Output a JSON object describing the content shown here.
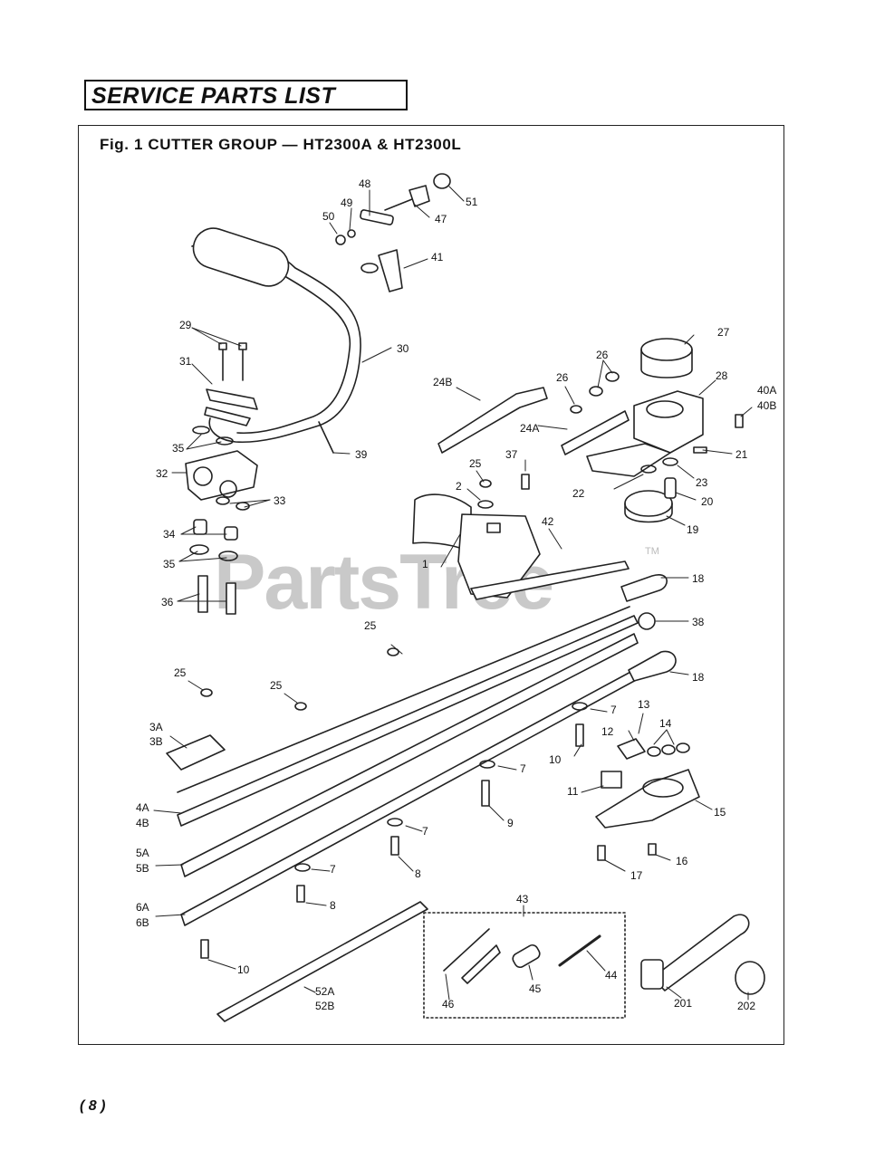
{
  "header": {
    "title": "SERVICE PARTS LIST"
  },
  "figure": {
    "caption": "Fig. 1  CUTTER GROUP — HT2300A & HT2300L"
  },
  "watermark": {
    "text": "PartsTree",
    "tm": "TM"
  },
  "callouts": {
    "p1": "1",
    "p2": "2",
    "p3A": "3A",
    "p3B": "3B",
    "p4A": "4A",
    "p4B": "4B",
    "p5A": "5A",
    "p5B": "5B",
    "p6A": "6A",
    "p6B": "6B",
    "p7a": "7",
    "p7b": "7",
    "p7c": "7",
    "p7d": "7",
    "p8a": "8",
    "p8b": "8",
    "p9": "9",
    "p10a": "10",
    "p10b": "10",
    "p11": "11",
    "p12": "12",
    "p13": "13",
    "p14": "14",
    "p15": "15",
    "p16": "16",
    "p17": "17",
    "p18a": "18",
    "p18b": "18",
    "p19": "19",
    "p20": "20",
    "p21": "21",
    "p22": "22",
    "p23": "23",
    "p24A": "24A",
    "p24B": "24B",
    "p25a": "25",
    "p25b": "25",
    "p25c": "25",
    "p25d": "25",
    "p26a": "26",
    "p26b": "26",
    "p27": "27",
    "p28": "28",
    "p29": "29",
    "p30": "30",
    "p31": "31",
    "p32": "32",
    "p33": "33",
    "p34": "34",
    "p35a": "35",
    "p35b": "35",
    "p36": "36",
    "p37": "37",
    "p38": "38",
    "p39": "39",
    "p40A": "40A",
    "p40B": "40B",
    "p41": "41",
    "p42": "42",
    "p43": "43",
    "p44": "44",
    "p45": "45",
    "p46": "46",
    "p47": "47",
    "p48": "48",
    "p49": "49",
    "p50": "50",
    "p51": "51",
    "p52A": "52A",
    "p52B": "52B",
    "p201": "201",
    "p202": "202"
  },
  "footer": {
    "page_number": "( 8 )"
  }
}
